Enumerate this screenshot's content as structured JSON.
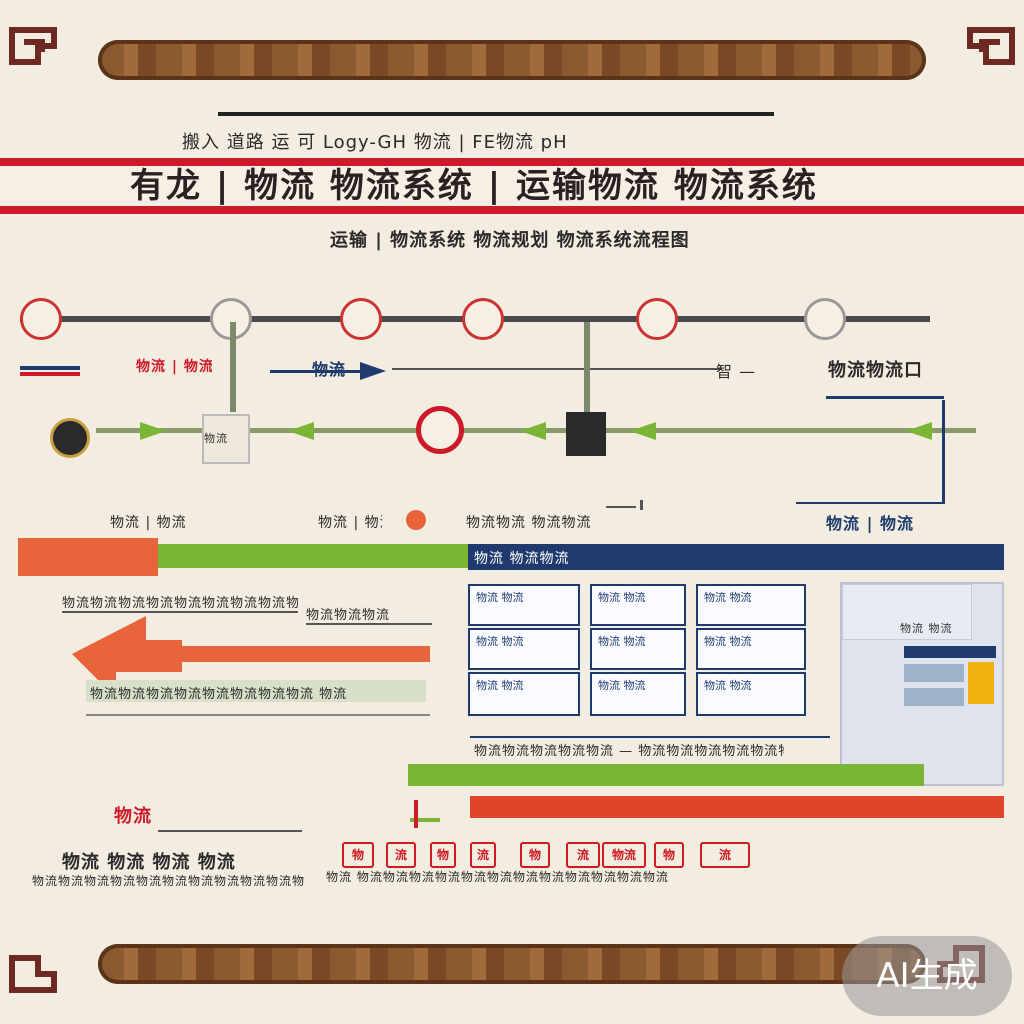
{
  "header": {
    "subtitle": "搬入 道路 运 可 Logy-GH 物流 | FE物流 pH",
    "title": "有龙 | 物流 物流系统 | 运输物流 物流系统",
    "tagline": "运输 | 物流系统 物流规划 物流系统流程图"
  },
  "flow": {
    "left_label": "物流 | 物流",
    "center_label": "物流",
    "right_label_prefix": "智 —",
    "right_label": "物流物流口",
    "node_a_label": "物流",
    "node_b_label": "物流 | 物流",
    "node_c_label": "物流物流 物流物流",
    "node_d_label": "物流 | 物流",
    "right_bottom_label": "物流 | 物流"
  },
  "section": {
    "left_caption": "物流物流物流物流物流物流物流物流物流",
    "left_caption2": "物流物流物流",
    "arrow_caption": "物流物流物流物流物流物流物流物流 物流",
    "panel_header": "物流 物流物流",
    "grid": [
      [
        "物流 物流",
        "物流 物流",
        "物流 物流"
      ],
      [
        "物流 物流",
        "物流 物流",
        "物流 物流"
      ],
      [
        "物流 物流",
        "物流 物流",
        "物流 物流"
      ]
    ],
    "screen_label": "物流 物流",
    "grid_caption": "物流物流物流物流物流 — 物流物流物流物流物流物流"
  },
  "footer": {
    "left_mark": "物流",
    "left_title": "物流 物流 物流 物流",
    "left_text": "物流物流物流物流物流物流物流物流物流物流物流物流",
    "right_text": "物流 物流物流物流物流物流物流物流物流物流物流物流物流",
    "markers": [
      "物",
      "流",
      "物",
      "流",
      "物",
      "流",
      "物流",
      "物",
      "流"
    ]
  },
  "badge": "AI生成",
  "colors": {
    "red": "#cc1a2a",
    "green": "#7ab536",
    "orange": "#e8643a",
    "navy": "#1f3b6e",
    "brown": "#8a5a30"
  }
}
